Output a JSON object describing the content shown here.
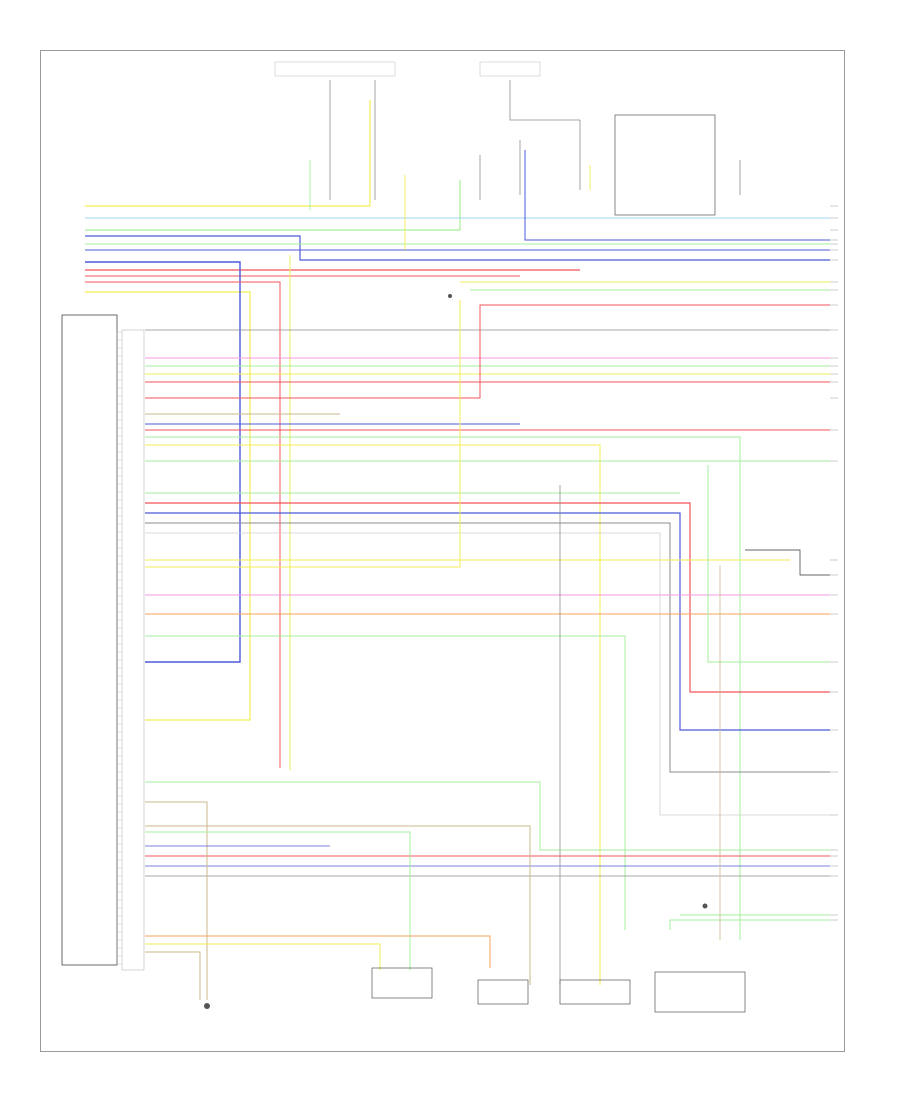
{
  "footer": {
    "code": ""
  },
  "components": [
    {
      "id": "left-module",
      "label": ""
    },
    {
      "id": "sensor-bottom-left",
      "label": ""
    },
    {
      "id": "unit-center-bottom",
      "label": ""
    },
    {
      "id": "unit-right-bottom-1",
      "label": ""
    },
    {
      "id": "unit-right-bottom-2",
      "label": ""
    },
    {
      "id": "unit-far-right-bottom",
      "label": ""
    }
  ],
  "wire_colors": {
    "yellow": "#f2ee54",
    "green": "#a6ee9b",
    "blue": "#4c5ad8",
    "red": "#f0555a",
    "pink": "#f59ae0",
    "orange": "#f5a35a",
    "tan": "#cdb98d",
    "gray": "#8e8e8e",
    "black": "#333333",
    "cyan": "#9fd7ef",
    "lightgray": "#cfcfcf"
  }
}
